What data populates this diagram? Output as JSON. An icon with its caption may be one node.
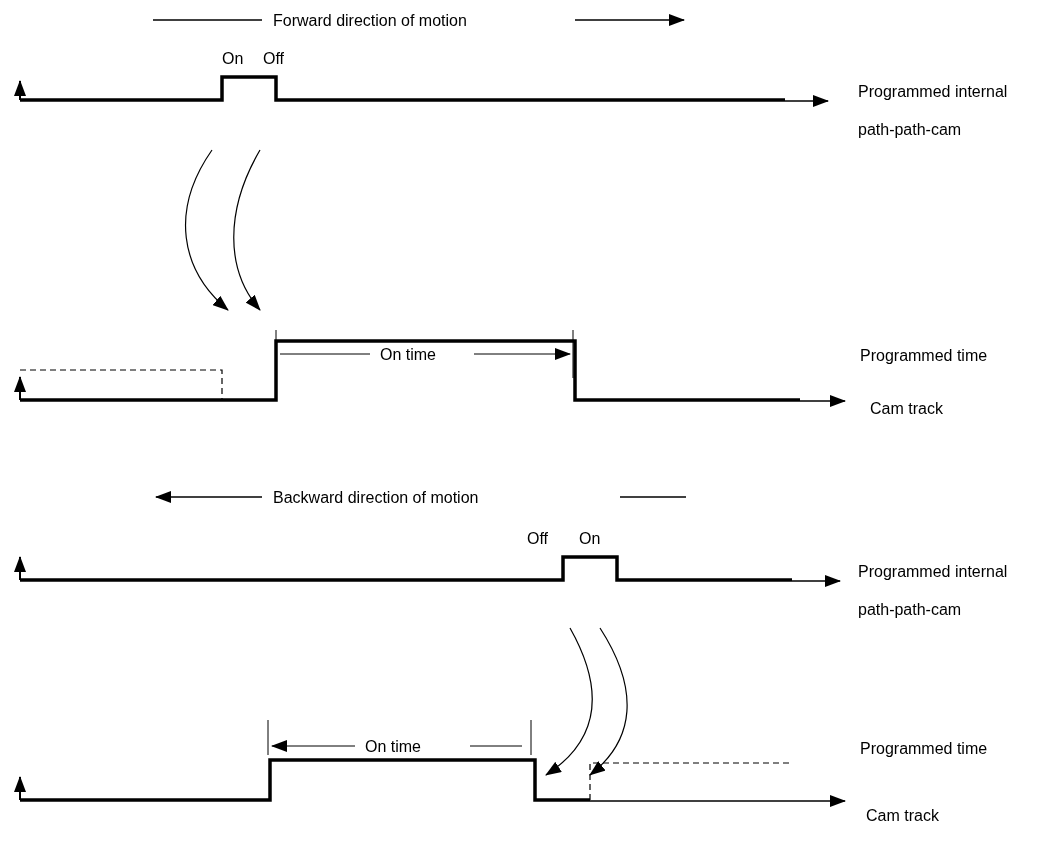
{
  "diagram": {
    "labels": [
      "Forward direction of motion",
      "On",
      "Off",
      "Programmed internal path-path-cam",
      "On time",
      "Programmed time",
      "Cam track",
      "Backward direction of motion",
      "Off",
      "On",
      "Programmed internal path-path-cam",
      "On time",
      "Programmed time",
      "Cam track"
    ]
  }
}
